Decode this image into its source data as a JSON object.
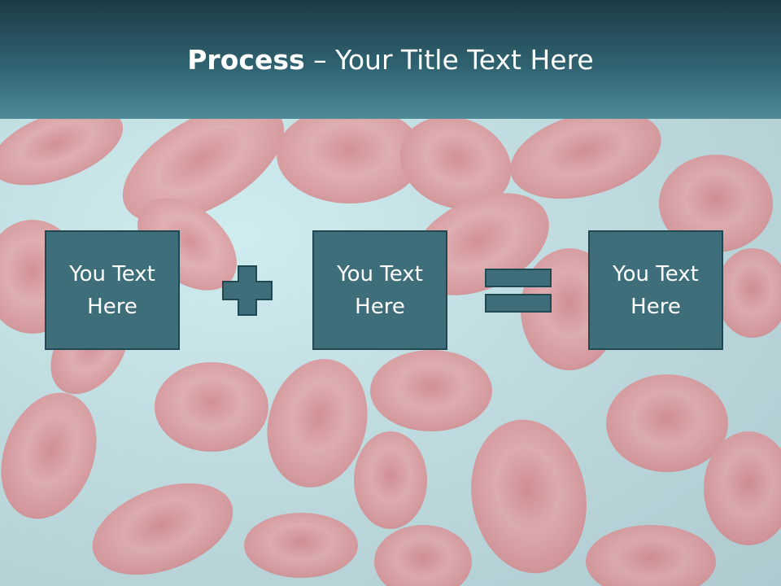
{
  "slide": {
    "title_bold": "Process",
    "title_rest": " – Your Title Text Here"
  },
  "process": {
    "boxes": [
      {
        "text": "You Text Here"
      },
      {
        "text": "You Text Here"
      },
      {
        "text": "You Text Here"
      }
    ],
    "operators": [
      "plus-icon",
      "equals-icon"
    ]
  },
  "colors": {
    "header_dark": "#1d3b45",
    "header_light": "#4f8a97",
    "box_fill": "#3e6e79",
    "box_border": "#1f4852",
    "cell_red": "#d96a6e",
    "background_teal": "#a9cfd4"
  }
}
